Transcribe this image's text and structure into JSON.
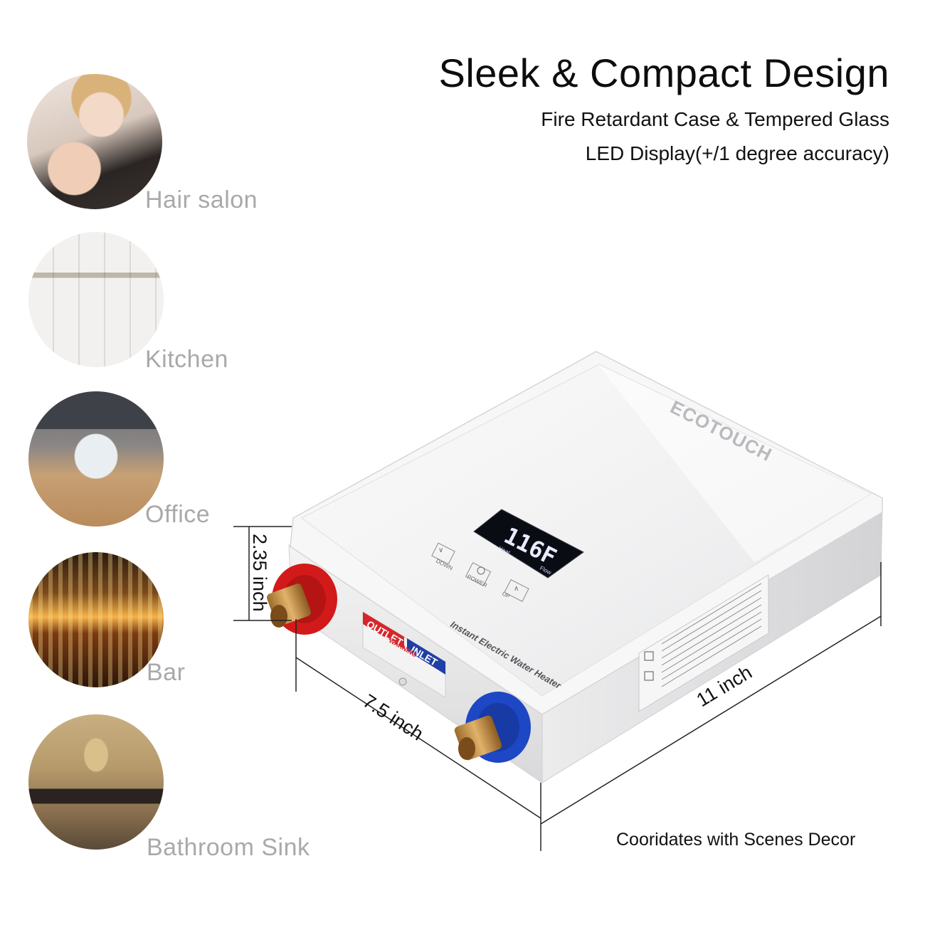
{
  "header": {
    "title": "Sleek & Compact Design",
    "feature_1": "Fire Retardant Case & Tempered Glass",
    "feature_2": "LED Display(+/1 degree accuracy)"
  },
  "scenes": [
    {
      "label": "Hair salon"
    },
    {
      "label": "Kitchen"
    },
    {
      "label": "Office"
    },
    {
      "label": "Bar"
    },
    {
      "label": "Bathroom Sink"
    }
  ],
  "product": {
    "brand": "ECOTOUCH",
    "display_value": "116F",
    "display_sub_left": "Heat",
    "display_sub_right": "Flow",
    "buttons": {
      "down": "DOWN",
      "power": "POWER",
      "up": "UP"
    },
    "side_text": "Instant Electric Water Heater",
    "outlet_label": "OUTLET",
    "inlet_label": "INLET",
    "warning_label": "WARNING"
  },
  "dimensions": {
    "height": "2.35 inch",
    "depth": "7.5 inch",
    "width": "11 inch"
  },
  "caption": "Cooridates with Scenes Decor"
}
